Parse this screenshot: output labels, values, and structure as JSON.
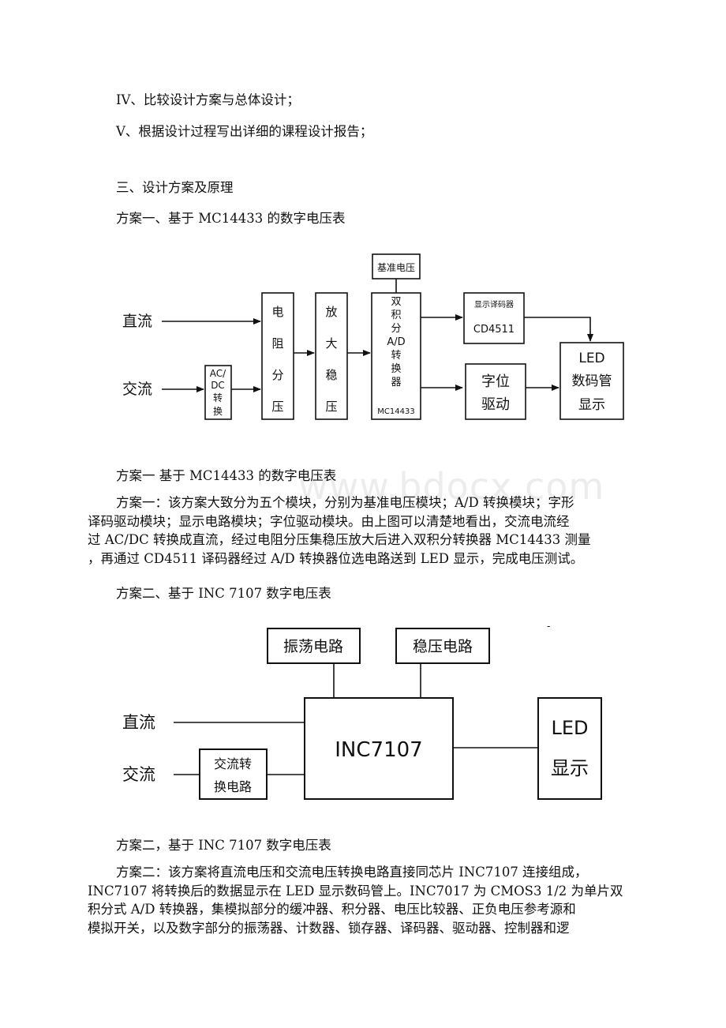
{
  "watermark": "www.bdocx.com",
  "text": {
    "item4": "IV、比较设计方案与总体设计；",
    "item5": "V、根据设计过程写出详细的课程设计报告；",
    "section3": "三、设计方案及原理",
    "plan1_heading": "方案一、基于 MC14433 的数字电压表",
    "plan1_caption": "方案一 基于 MC14433 的数字电压表",
    "plan1_para": [
      "方案一：该方案大致分为五个模块，分别为基准电压模块；A/D 转换模块；字形",
      "译码驱动模块；显示电路模块；字位驱动模块。由上图可以清楚地看出，交流电流经",
      "过 AC/DC 转换成直流，经过电阻分压集稳压放大后进入双积分转换器 MC14433 测量",
      "，再通过 CD4511 译码器经过 A/D 转换器位选电路送到 LED 显示，完成电压测试。"
    ],
    "plan2_heading": "方案二、基于 INC 7107 数字电压表",
    "plan2_caption": "方案二，基于 INC 7107 数字电压表",
    "plan2_para": [
      "方案二：该方案将直流电压和交流电压转换电路直接同芯片 INC7107 连接组成，",
      "INC7107 将转换后的数据显示在 LED 显示数码管上。INC7017 为 CMOS3 1/2 为单片双",
      "积分式 A/D 转换器，集模拟部分的缓冲器、积分器、电压比较器、正负电压参考源和",
      "模拟开关，以及数字部分的振荡器、计数器、锁存器、译码器、驱动器、控制器和逻"
    ]
  },
  "diagram1": {
    "input_dc": "直流",
    "input_ac": "交流",
    "acdc": [
      "AC/",
      "DC",
      "转",
      "换"
    ],
    "divider": [
      "电",
      "阻",
      "分",
      "压"
    ],
    "amp": [
      "放",
      "大",
      "稳",
      "压"
    ],
    "adc": [
      "双",
      "积",
      "分",
      "A/D",
      "转",
      "换",
      "器"
    ],
    "adc_chip": "MC14433",
    "reference": "基准电压",
    "decoder_label": "显示译码器",
    "decoder_chip": "CD4511",
    "digit_driver": [
      "字位",
      "驱动"
    ],
    "led": [
      "LED",
      "数码管",
      "显示"
    ]
  },
  "diagram2": {
    "input_dc": "直流",
    "input_ac": "交流",
    "oscillator": "振荡电路",
    "regulator": "稳压电路",
    "chip": "INC7107",
    "ac_convert": [
      "交流转",
      "换电路"
    ],
    "led": [
      "LED",
      "显示"
    ],
    "stray_mark": "-"
  }
}
